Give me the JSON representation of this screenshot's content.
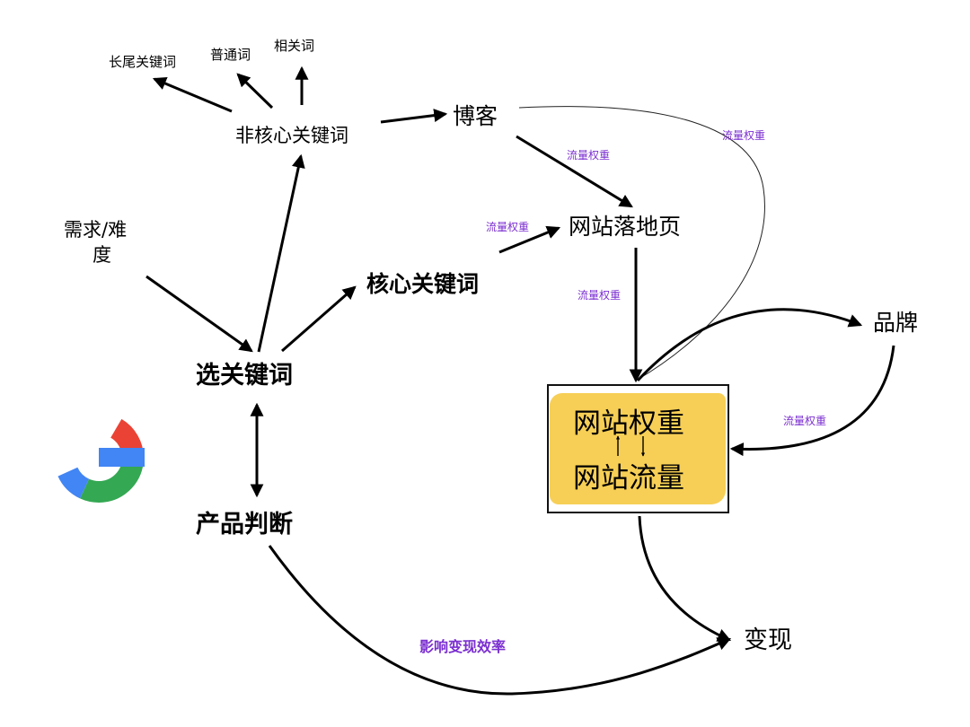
{
  "nodes": {
    "long_tail": "长尾关键词",
    "common": "普通词",
    "related": "相关词",
    "non_core": "非核心关键词",
    "blog": "博客",
    "demand_difficulty_line1": "需求/难",
    "demand_difficulty_line2": "度",
    "landing_page": "网站落地页",
    "core_keywords": "核心关键词",
    "select_keywords": "选关键词",
    "product_judgment": "产品判断",
    "brand": "品牌",
    "site_weight": "网站权重",
    "site_traffic": "网站流量",
    "monetize": "变现"
  },
  "edge_labels": {
    "blog_to_landing": "流量权重",
    "core_to_landing": "流量权重",
    "landing_to_core_box": "流量权重",
    "blog_to_core_box": "流量权重",
    "brand_to_core_box": "流量权重",
    "product_to_monetize": "影响变现效率"
  },
  "colors": {
    "label_purple": "#7b2fd0",
    "highlight_yellow": "#f7cf56",
    "google_blue": "#4285F4",
    "google_red": "#EA4335",
    "google_yellow": "#FBBC05",
    "google_green": "#34A853"
  },
  "icons": {
    "logo": "google-g-logo"
  }
}
